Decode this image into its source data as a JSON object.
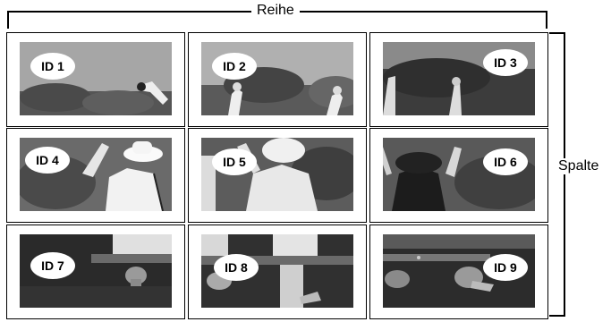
{
  "row_label": "Reihe",
  "column_label": "Spalte",
  "cells": [
    {
      "id": "ID 1",
      "scene": "sky-hand"
    },
    {
      "id": "ID 2",
      "scene": "hands-up"
    },
    {
      "id": "ID 3",
      "scene": "dark-arms"
    },
    {
      "id": "ID 4",
      "scene": "person-hat"
    },
    {
      "id": "ID 5",
      "scene": "person-back"
    },
    {
      "id": "ID 6",
      "scene": "dark-hat"
    },
    {
      "id": "ID 7",
      "scene": "bench"
    },
    {
      "id": "ID 8",
      "scene": "bench-legs"
    },
    {
      "id": "ID 9",
      "scene": "bench-dark"
    }
  ]
}
